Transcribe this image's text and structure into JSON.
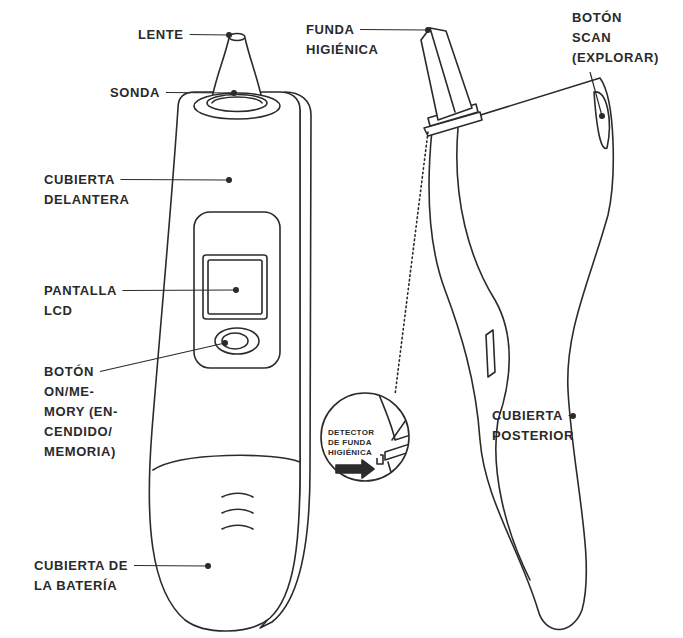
{
  "diagram": {
    "nodes": [
      {
        "text": [
          "DETECTOR DE FUNDA HIGIÉNICA"
        ]
      }
    ],
    "labels": [
      "LENTE",
      "SONDA",
      "CUBIERTA DELANTERA",
      "PANTALLA LCD",
      "BOTÓN ON/ME- MORY (EN- CENDIDO/ MEMORIA)",
      "CUBIERTA DE LA BATERÍA",
      "FUNDA HIGIÉNICA",
      "BOTÓN SCAN (EXPLORAR)",
      "CUBIERTA POSTERIOR"
    ]
  }
}
